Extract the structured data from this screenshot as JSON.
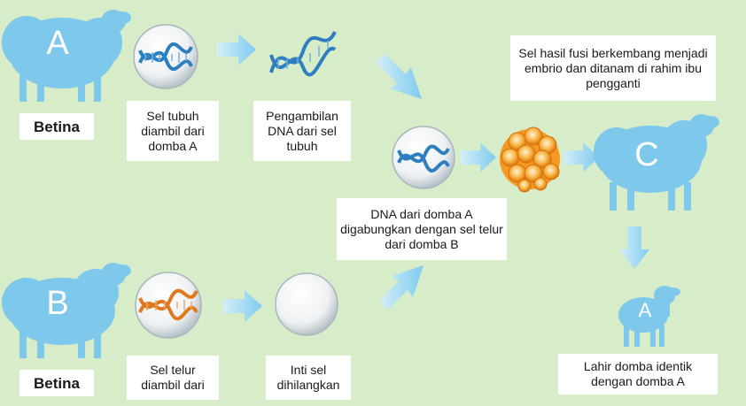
{
  "colors": {
    "background": "#d7ecc8",
    "sheep": "#7ec8ec",
    "arrow": "#8dd3f2",
    "dna_blue": "#2f7fc0",
    "dna_orange": "#e0781e",
    "embryo": "#f39a24"
  },
  "sheep": {
    "a": {
      "letter": "A",
      "label": "Betina"
    },
    "b": {
      "letter": "B",
      "label": "Betina"
    },
    "c": {
      "letter": "C"
    },
    "lamb": {
      "letter": "A"
    }
  },
  "labels": {
    "sel_tubuh": "Sel tubuh diambil dari domba A",
    "pengambilan_dna": "Pengambilan DNA dari sel tubuh",
    "dna_gabung": "DNA dari domba A digabungkan dengan sel telur dari domba B",
    "sel_fusi": "Sel hasil fusi berkembang menjadi embrio dan ditanam di rahim ibu pengganti",
    "sel_telur": "Sel telur diambil dari",
    "inti_sel": "Inti sel dihilangkan",
    "lahir": "Lahir domba identik dengan domba A"
  },
  "icons": {
    "dna_cell_a": "dna-in-cell-icon",
    "dna_free": "dna-strand-icon",
    "dna_cell_b": "egg-cell-dna-icon",
    "empty_cell": "enucleated-egg-icon",
    "fused_cell": "fused-cell-icon",
    "embryo": "embryo-icon",
    "arrow": "arrow-icon"
  }
}
